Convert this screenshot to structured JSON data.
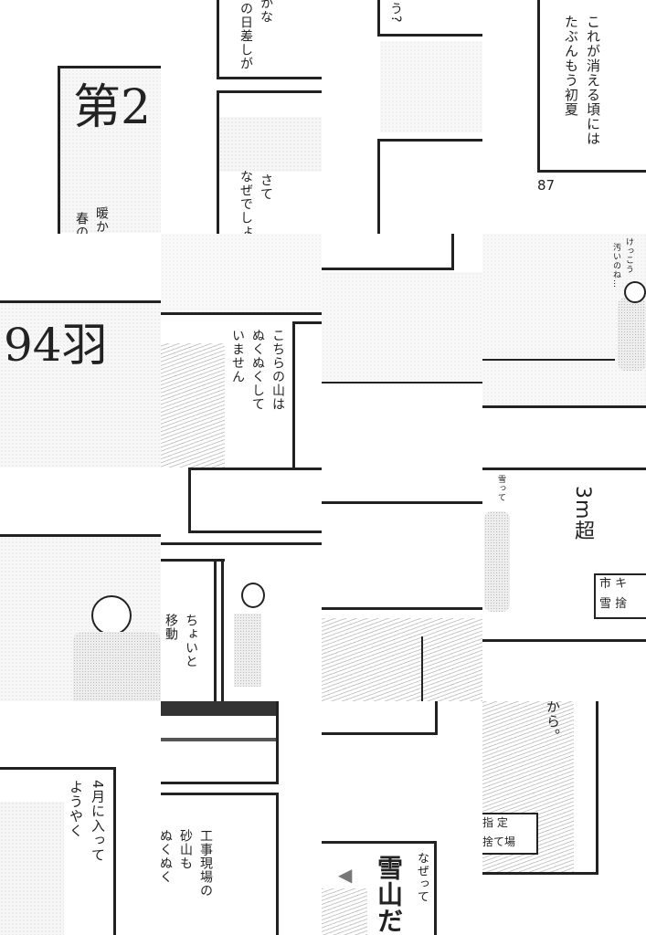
{
  "chapter_title": {
    "prefix": "第2",
    "suffix": "94羽"
  },
  "captions": {
    "warm_line1": "暖か",
    "warm_line2": "春の",
    "sunlight_line1": "かな",
    "sunlight_line2": "の日差しが",
    "why_line1": "さて",
    "why_line2": "なぜでしょ",
    "question_end": "う?",
    "melt_line1": "これが消える頃には",
    "melt_line2": "たぶんもう初夏",
    "mountain_line1": "こちらの山は",
    "mountain_line2": "ぬくぬくして",
    "mountain_line3": "いません",
    "dirty_line1": "けっこう",
    "dirty_line2": "汚いのね…",
    "snow_is": "雪って",
    "over_3m": "3m超",
    "move_line1": "ちょいと",
    "move_line2": "移動",
    "april_line1": "4月に入って",
    "april_line2": "ようやく",
    "site_line1": "工事現場の",
    "site_line2": "砂山も",
    "site_line3": "ぬくぬく",
    "because_small": "なぜって",
    "because_big": "雪山だ",
    "because_end": "から。"
  },
  "signs": {
    "city_sign_line1": "市 キ",
    "city_sign_line2": "雪 捨",
    "dump_sign_line1": "指 定",
    "dump_sign_line2": "捨て場"
  },
  "page_number": "87"
}
